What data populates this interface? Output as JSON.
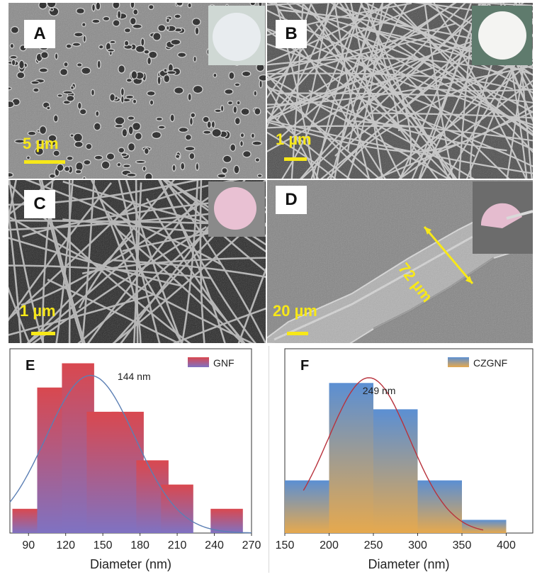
{
  "panels": {
    "a": {
      "label": "A",
      "scale": "5 µm"
    },
    "b": {
      "label": "B",
      "scale": "1 µm"
    },
    "c": {
      "label": "C",
      "scale": "1 µm"
    },
    "d": {
      "label": "D",
      "scale": "20 µm",
      "measure": "72 µm"
    }
  },
  "colors": {
    "scale_bar": "#f7e818",
    "inset_a": "#e8ecef",
    "inset_b": "#f4f4f2",
    "inset_c": "#e9c1d3",
    "inset_d": "#e5bccf"
  },
  "chart_data": [
    {
      "type": "bar",
      "panel_label": "E",
      "legend": "GNF",
      "legend_position": "top-right",
      "peak_annotation": "144 nm",
      "xlabel": "Diameter (nm)",
      "ylabel": "",
      "xlim": [
        75,
        270
      ],
      "xticks": [
        90,
        120,
        150,
        180,
        210,
        240,
        270
      ],
      "x": [
        90,
        110,
        130,
        150,
        170,
        190,
        210,
        250
      ],
      "values": [
        1,
        6,
        7,
        5,
        5,
        3,
        2,
        1
      ],
      "ylim": [
        0,
        7.6
      ],
      "bar_width": 13,
      "fit_curve": {
        "type": "gaussian",
        "mean": 140,
        "sigma": 36,
        "peak": 6.5
      },
      "colors": {
        "top": "#d9484f",
        "bottom": "#7f72c2",
        "curve": "#5b7fb4"
      }
    },
    {
      "type": "bar",
      "panel_label": "F",
      "legend": "CZGNF",
      "legend_position": "top-left",
      "peak_annotation": "249 nm",
      "xlabel": "Diameter (nm)",
      "ylabel": "",
      "xlim": [
        150,
        430
      ],
      "xticks": [
        150,
        200,
        250,
        300,
        350,
        400
      ],
      "x": [
        175,
        225,
        275,
        325,
        375
      ],
      "values": [
        2,
        5.7,
        4.7,
        2,
        0.5
      ],
      "ylim": [
        0,
        7
      ],
      "bar_width": 25,
      "fit_curve": {
        "type": "gaussian",
        "mean": 245,
        "sigma": 46,
        "peak": 5.9
      },
      "colors": {
        "top": "#5b8fd3",
        "bottom": "#e6a94e",
        "curve": "#b8323c"
      }
    }
  ]
}
